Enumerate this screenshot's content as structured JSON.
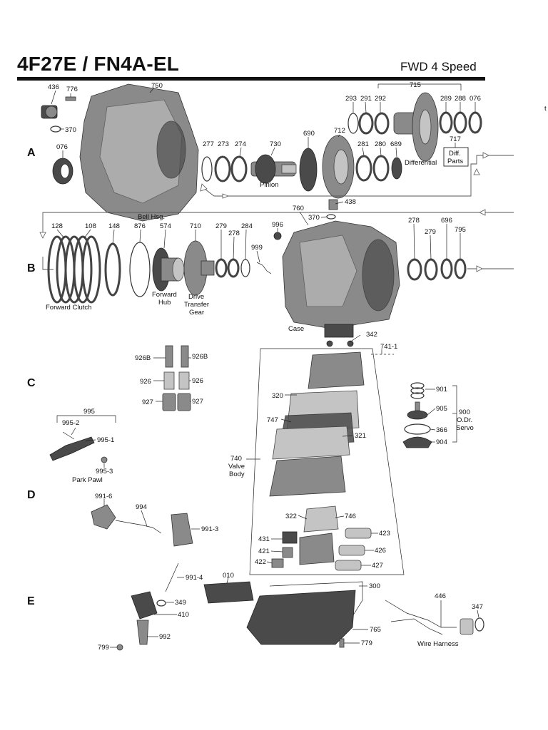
{
  "header": {
    "title": "4F27E / FN4A-EL",
    "subtitle": "FWD 4 Speed"
  },
  "sections": [
    "A",
    "B",
    "C",
    "D",
    "E"
  ],
  "edge_mark": "t",
  "labels": {
    "p436": "436",
    "p776": "776",
    "p370a": "370",
    "p750": "750",
    "p076a": "076",
    "bell": "Bell Hsg.",
    "p277": "277",
    "p273": "273",
    "p274": "274",
    "p730": "730",
    "pinion": "Pinion",
    "p690": "690",
    "p712": "712",
    "p438": "438",
    "p715": "715",
    "p293": "293",
    "p291": "291",
    "p292": "292",
    "p289": "289",
    "p288": "288",
    "p076b": "076",
    "p717": "717",
    "diff_parts_1": "Diff.",
    "diff_parts_2": "Parts",
    "p281": "281",
    "p280": "280",
    "p689": "689",
    "differential": "Differential",
    "p128": "128",
    "p108": "108",
    "p148": "148",
    "p876": "876",
    "p574": "574",
    "p710": "710",
    "p279a": "279",
    "p278a": "278",
    "p284": "284",
    "p999": "999",
    "p996": "996",
    "p760": "760",
    "p370b": "370",
    "p278b": "278",
    "p279b": "279",
    "p696": "696",
    "p795": "795",
    "fwd_clutch": "Forward Clutch",
    "fwd_hub_1": "Forward",
    "fwd_hub_2": "Hub",
    "dtg_1": "Drive",
    "dtg_2": "Transfer",
    "dtg_3": "Gear",
    "case": "Case",
    "p342": "342",
    "p741": "741-1",
    "p926b_l": "926B",
    "p926b_r": "926B",
    "p926_l": "926",
    "p926_r": "926",
    "p927_l": "927",
    "p927_r": "927",
    "p320": "320",
    "p747": "747",
    "p321": "321",
    "p740": "740",
    "vb_1": "Valve",
    "vb_2": "Body",
    "p322": "322",
    "p746": "746",
    "p431": "431",
    "p423": "423",
    "p421": "421",
    "p426": "426",
    "p422": "422",
    "p427": "427",
    "p901": "901",
    "p905": "905",
    "p366": "366",
    "p904": "904",
    "servo_1": "900",
    "servo_2": "O.Dr.",
    "servo_3": "Servo",
    "p995": "995",
    "p995_2": "995-2",
    "p995_1": "995-1",
    "p995_3": "995-3",
    "park_pawl": "Park Pawl",
    "p991_6": "991-6",
    "p994": "994",
    "p991_3": "991-3",
    "p991_4": "991-4",
    "p010": "010",
    "p300": "300",
    "p349": "349",
    "p410": "410",
    "p992": "992",
    "p799": "799",
    "p765": "765",
    "p779": "779",
    "p446": "446",
    "p347": "347",
    "wire_harness": "Wire Harness"
  }
}
